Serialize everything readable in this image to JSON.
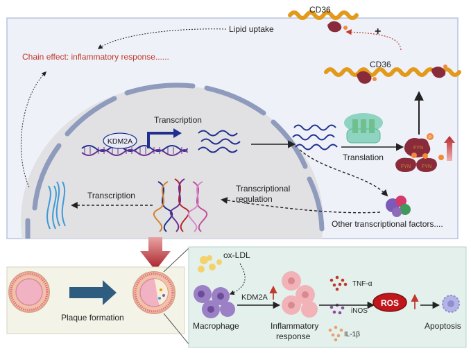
{
  "colors": {
    "panel_fill": "#eef1f8",
    "panel_border": "#b9c3e0",
    "nucleus_fill": "#e1e1e3",
    "nucleus_border": "#8e9bbd",
    "dna_blue": "#1f2f8f",
    "dna_purple": "#6a2f8f",
    "chain_red": "#c0392b",
    "cd36_beads": "#e39a1a",
    "cd36_head": "#8a2b3b",
    "arrow_red": "#b3282d",
    "bottom_panel_fill": "#e4f0ec",
    "macrophage": "#8e6bb8",
    "ros_fill": "#c0161c"
  },
  "top": {
    "chain_effect": "Chain effect: inflammatory response......",
    "lipid_uptake": "Lipid uptake",
    "cd36_top": "CD36",
    "cd36_mid": "CD36",
    "plus": "+",
    "kdm2a": "KDM2A",
    "transcription1": "Transcription",
    "translation": "Translation",
    "transcription2": "Transcription",
    "transcriptional_regulation_1": "Transcriptional",
    "transcriptional_regulation_2": "regulation",
    "other_factors": "Other transcriptional factors....",
    "fyn_top": "FYN",
    "fyn_left": "FYN",
    "fyn_right": "FYN",
    "p_badge": "P"
  },
  "bottom_left": {
    "plaque_formation": "Plaque formation"
  },
  "bottom_right": {
    "ox_ldl": "ox-LDL",
    "macrophage": "Macrophage",
    "kdm2a": "KDM2A",
    "inflammatory_1": "Inflammatory",
    "inflammatory_2": "response",
    "tnf": "TNF-α",
    "inos": "iNOS",
    "il1b": "IL-1β",
    "ros": "ROS",
    "apoptosis": "Apoptosis"
  }
}
